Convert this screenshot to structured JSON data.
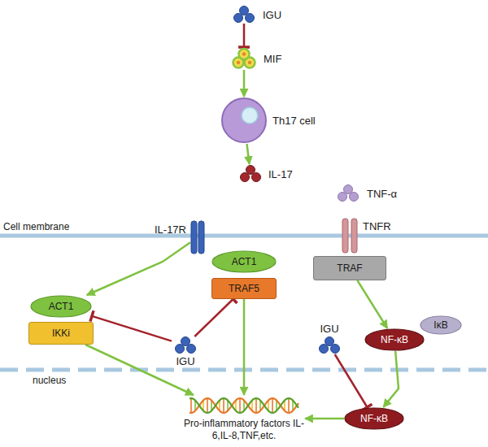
{
  "diagram": {
    "nodes": [
      {
        "text": [
          "IGU"
        ]
      },
      {
        "text": [
          "MIF"
        ]
      },
      {
        "text": [
          "Th17 cell"
        ]
      },
      {
        "text": [
          "IL-17"
        ]
      },
      {
        "text": [
          "TNF-α"
        ]
      },
      {
        "text": [
          "IL-17R"
        ]
      },
      {
        "text": [
          "ACT1"
        ]
      },
      {
        "text": [
          "TRAF5"
        ]
      },
      {
        "text": [
          "TNFR"
        ]
      },
      {
        "text": [
          "TRAF"
        ]
      },
      {
        "text": [
          "ACT1"
        ]
      },
      {
        "text": [
          "IKKi"
        ]
      },
      {
        "text": [
          "IGU"
        ]
      },
      {
        "text": [
          "IκB"
        ]
      },
      {
        "text": [
          "NF-κB"
        ]
      },
      {
        "text": [
          "IGU"
        ]
      },
      {
        "text": [
          "NF-κB"
        ]
      },
      {
        "text": [
          "Pro-inflammatory factors IL-6,IL-8,TNF,etc."
        ]
      }
    ],
    "edges": [
      {
        "from": 0,
        "to": 1,
        "arrow": "to"
      },
      {
        "from": 1,
        "to": 2,
        "arrow": "to"
      },
      {
        "from": 2,
        "to": 3,
        "arrow": "to"
      },
      {
        "from": 5,
        "to": 10,
        "arrow": "to"
      },
      {
        "from": 12,
        "to": 10,
        "arrow": "to"
      },
      {
        "from": 12,
        "to": 7,
        "arrow": "to"
      },
      {
        "from": 7,
        "to": 17,
        "arrow": "to"
      },
      {
        "from": 11,
        "to": 17,
        "arrow": "to"
      },
      {
        "from": 9,
        "to": 14,
        "arrow": "to"
      },
      {
        "from": 15,
        "to": 16,
        "arrow": "to"
      },
      {
        "from": 14,
        "to": 16,
        "arrow": "to"
      },
      {
        "from": 16,
        "to": 17,
        "arrow": "to"
      }
    ],
    "labels": [
      "Cell membrane",
      "nucleus"
    ]
  }
}
